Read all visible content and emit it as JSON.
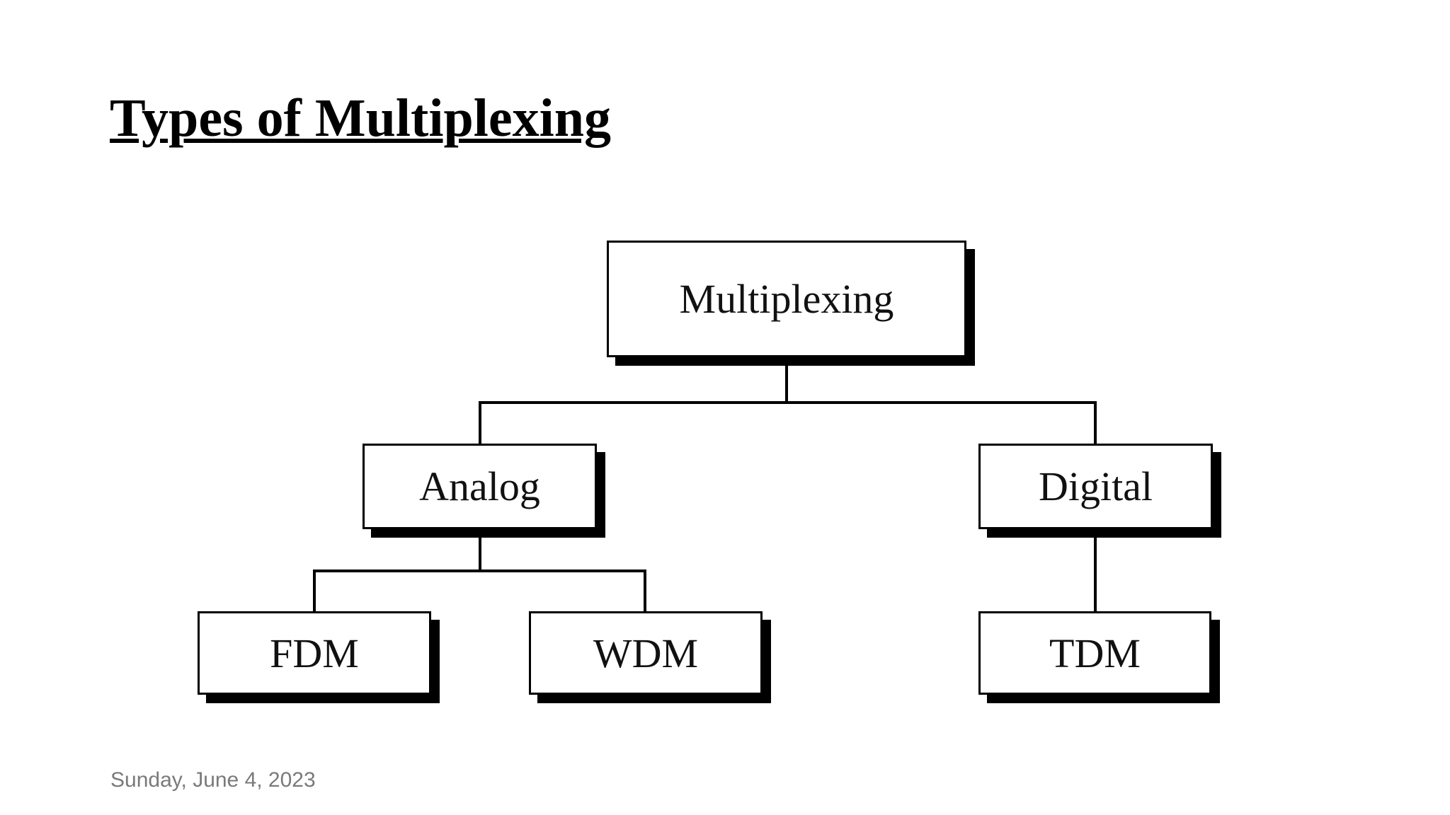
{
  "slide": {
    "title": "Types of Multiplexing",
    "date": "Sunday, June 4, 2023",
    "background": "#ffffff"
  },
  "diagram": {
    "type": "tree",
    "nodes": {
      "multiplexing": {
        "label": "Multiplexing",
        "level": 1,
        "parent": null
      },
      "analog": {
        "label": "Analog",
        "level": 2,
        "parent": "Multiplexing"
      },
      "digital": {
        "label": "Digital",
        "level": 2,
        "parent": "Multiplexing"
      },
      "fdm": {
        "label": "FDM",
        "level": 3,
        "parent": "Analog"
      },
      "wdm": {
        "label": "WDM",
        "level": 3,
        "parent": "Analog"
      },
      "tdm": {
        "label": "TDM",
        "level": 3,
        "parent": "Digital"
      }
    },
    "edges": [
      [
        "Multiplexing",
        "Analog"
      ],
      [
        "Multiplexing",
        "Digital"
      ],
      [
        "Analog",
        "FDM"
      ],
      [
        "Analog",
        "WDM"
      ],
      [
        "Digital",
        "TDM"
      ]
    ],
    "colors": {
      "box_fill": "#ffffff",
      "box_border": "#000000",
      "box_shadow": "#000000",
      "connector": "#000000",
      "label_text": "#111111",
      "title_text": "#000000",
      "date_text": "#7a7a7a"
    }
  }
}
